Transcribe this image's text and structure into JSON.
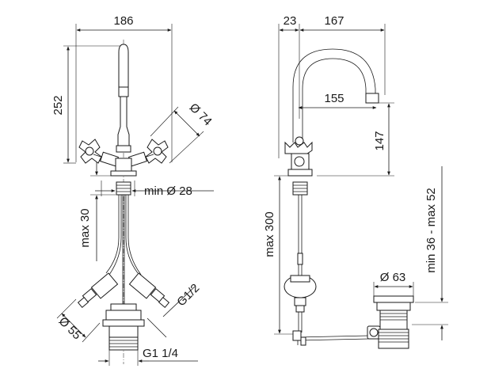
{
  "front_view": {
    "width_label": "186",
    "height_label": "252",
    "handle_diameter_label": "Ø 74",
    "hole_min_label": "min Ø 28",
    "max_thickness_label": "max 30",
    "hose_thread_label": "G1/2",
    "waste_diameter_label": "Ø 55",
    "waste_thread_label": "G1 1/4"
  },
  "side_view": {
    "offset_label": "23",
    "reach_label": "167",
    "spout_inner_label": "155",
    "spout_height_label": "147",
    "max_length_label": "max 300",
    "plug_diameter_label": "Ø 63",
    "adjust_range_label": "min 36 - max 52"
  }
}
